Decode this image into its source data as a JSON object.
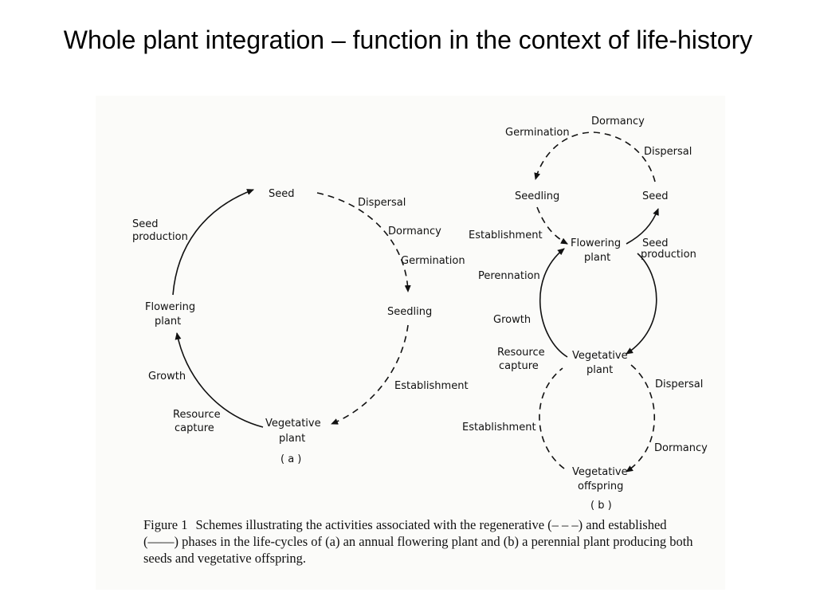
{
  "slide": {
    "title": "Whole plant integration – function in the context of life-history"
  },
  "diagram_a": {
    "label": "( a )",
    "nodes": {
      "seed": "Seed",
      "seedling": "Seedling",
      "vegetative_plant": [
        "Vegetative",
        "plant"
      ],
      "flowering_plant": [
        "Flowering",
        "plant"
      ]
    },
    "activities": {
      "dispersal": "Dispersal",
      "dormancy": "Dormancy",
      "germination": "Germination",
      "establishment": "Establishment",
      "resource_capture": [
        "Resource",
        "capture"
      ],
      "growth": "Growth",
      "seed_production": [
        "Seed",
        "production"
      ]
    }
  },
  "diagram_b": {
    "label": "( b )",
    "nodes": {
      "seedling": "Seedling",
      "seed": "Seed",
      "flowering_plant": [
        "Flowering",
        "plant"
      ],
      "vegetative_plant": [
        "Vegetative",
        "plant"
      ],
      "vegetative_offspring": [
        "Vegetative",
        "offspring"
      ]
    },
    "activities": {
      "germination": "Germination",
      "dormancy_top": "Dormancy",
      "dispersal_top": "Dispersal",
      "establishment_top": "Establishment",
      "seed_production": [
        "Seed",
        "production"
      ],
      "perennation": "Perennation",
      "growth": "Growth",
      "resource_capture": [
        "Resource",
        "capture"
      ],
      "dispersal_bottom": "Dispersal",
      "establishment_bottom": "Establishment",
      "dormancy_bottom": "Dormancy"
    }
  },
  "caption": {
    "label": "Figure 1",
    "text": "Schemes illustrating the activities associated with the regenerative (– – –) and established (——) phases in the life-cycles of (a) an annual flowering plant and (b) a perennial plant producing both seeds and vegetative offspring."
  }
}
